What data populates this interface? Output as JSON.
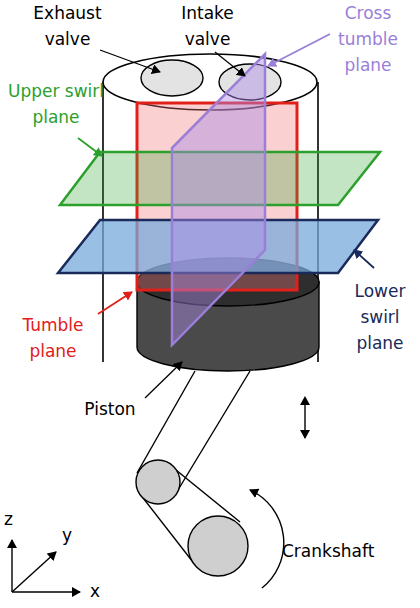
{
  "diagram": {
    "labels": [
      "Exhaust valve",
      "Intake valve",
      "Cross tumble plane",
      "Upper swirl plane",
      "Lower swirl plane",
      "Tumble plane",
      "Piston",
      "Crankshaft",
      "z",
      "y",
      "x"
    ]
  }
}
